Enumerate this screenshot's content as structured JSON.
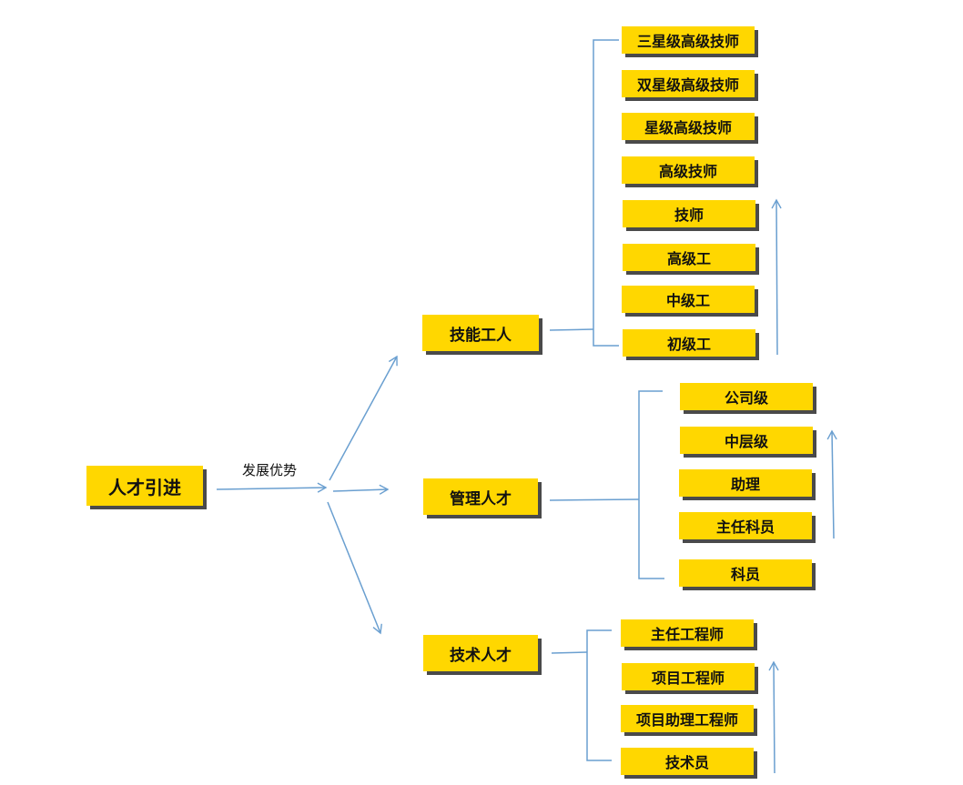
{
  "colors": {
    "box_fill": "#FFD700",
    "box_shadow": "#4a4a4a",
    "connector": "#6a9fd0"
  },
  "root": {
    "label": "人才引进"
  },
  "edge_label": "发展优势",
  "branches": [
    {
      "label": "技能工人",
      "levels": [
        "三星级高级技师",
        "双星级高级技师",
        "星级高级技师",
        "高级技师",
        "技师",
        "高级工",
        "中级工",
        "初级工"
      ]
    },
    {
      "label": "管理人才",
      "levels": [
        "公司级",
        "中层级",
        "助理",
        "主任科员",
        "科员"
      ]
    },
    {
      "label": "技术人才",
      "levels": [
        "主任工程师",
        "项目工程师",
        "项目助理工程师",
        "技术员"
      ]
    }
  ]
}
